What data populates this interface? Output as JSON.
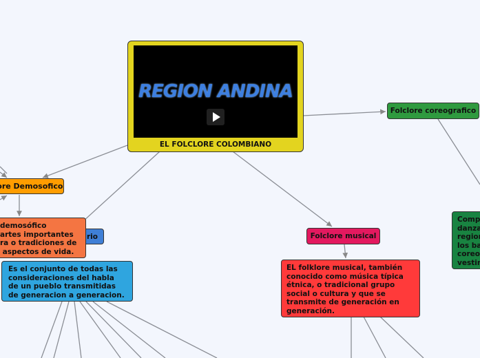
{
  "center": {
    "title": "EL FOLCLORE COLOMBIANO",
    "video_logo": "REGION ANDINA",
    "video_icon": "play-icon"
  },
  "nodes": {
    "demosofico": "lore Demosofico",
    "demosofico_desc": "demosófico\nartes importantes\nra o tradiciones de\n aspectos de vida.",
    "literario": "rio",
    "literario_desc": "Es el conjunto de todas las consideraciones del habla de un pueblo transmitidas de generacion a generacion.",
    "coreografico": "Folclore coreografico",
    "coreografico_desc": "Compr\ndanza\nregior\nlos ba\ncoreog\nvestin",
    "musical": "Folclore musical",
    "musical_desc": "EL folklore musical, también conocido como música típica étnica, o tradicional  grupo social o cultura y que se transmite de generación en generación."
  },
  "colors": {
    "center": "#e3d41f",
    "demosofico": "#ff9d00",
    "demosofico_desc": "#f47542",
    "literario": "#3f7fd6",
    "literario_desc": "#2fa5df",
    "coreografico": "#2f9a3f",
    "coreografico_desc": "#198341",
    "musical": "#e3195f",
    "musical_desc": "#ff3a3a"
  }
}
